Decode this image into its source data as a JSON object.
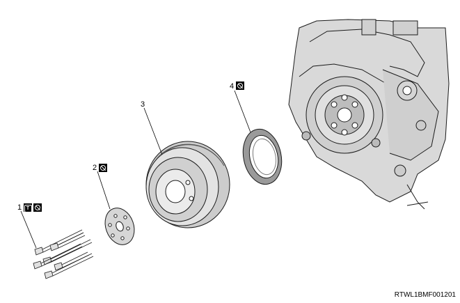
{
  "callouts": [
    {
      "label": "1",
      "symbols": [
        "tighten-torque-icon",
        "do-not-reuse-icon"
      ]
    },
    {
      "label": "2",
      "symbols": [
        "do-not-reuse-icon"
      ]
    },
    {
      "label": "3",
      "symbols": []
    },
    {
      "label": "4",
      "symbols": [
        "do-not-reuse-icon"
      ]
    }
  ],
  "torque_symbol_letter": "T",
  "figure_code": "RTWL1BMF001201"
}
